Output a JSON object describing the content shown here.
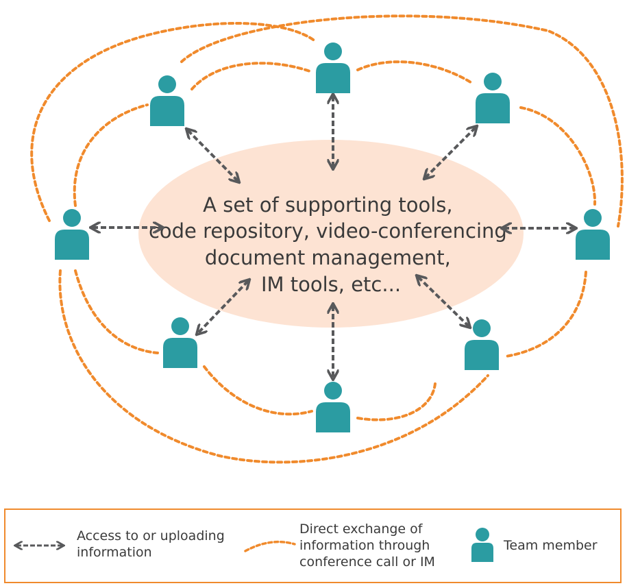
{
  "center": {
    "lines": [
      "A set of supporting tools,",
      "code repository, video-conferencing",
      "document management,",
      "IM tools, etc..."
    ]
  },
  "legend": {
    "arrow_label": [
      "Access to or uploading",
      "information"
    ],
    "dotted_label": [
      "Direct exchange of",
      "information through",
      "conference call or IM"
    ],
    "member_label": "Team member"
  },
  "colors": {
    "member": "#2b9ca2",
    "orange": "#f08a2c",
    "arrow": "#58595b",
    "ellipse": "#fde3d3",
    "legend_border": "#f08a2c"
  },
  "icons": {
    "member": "person-icon",
    "access": "double-arrow-icon",
    "exchange": "dotted-curve-icon"
  }
}
